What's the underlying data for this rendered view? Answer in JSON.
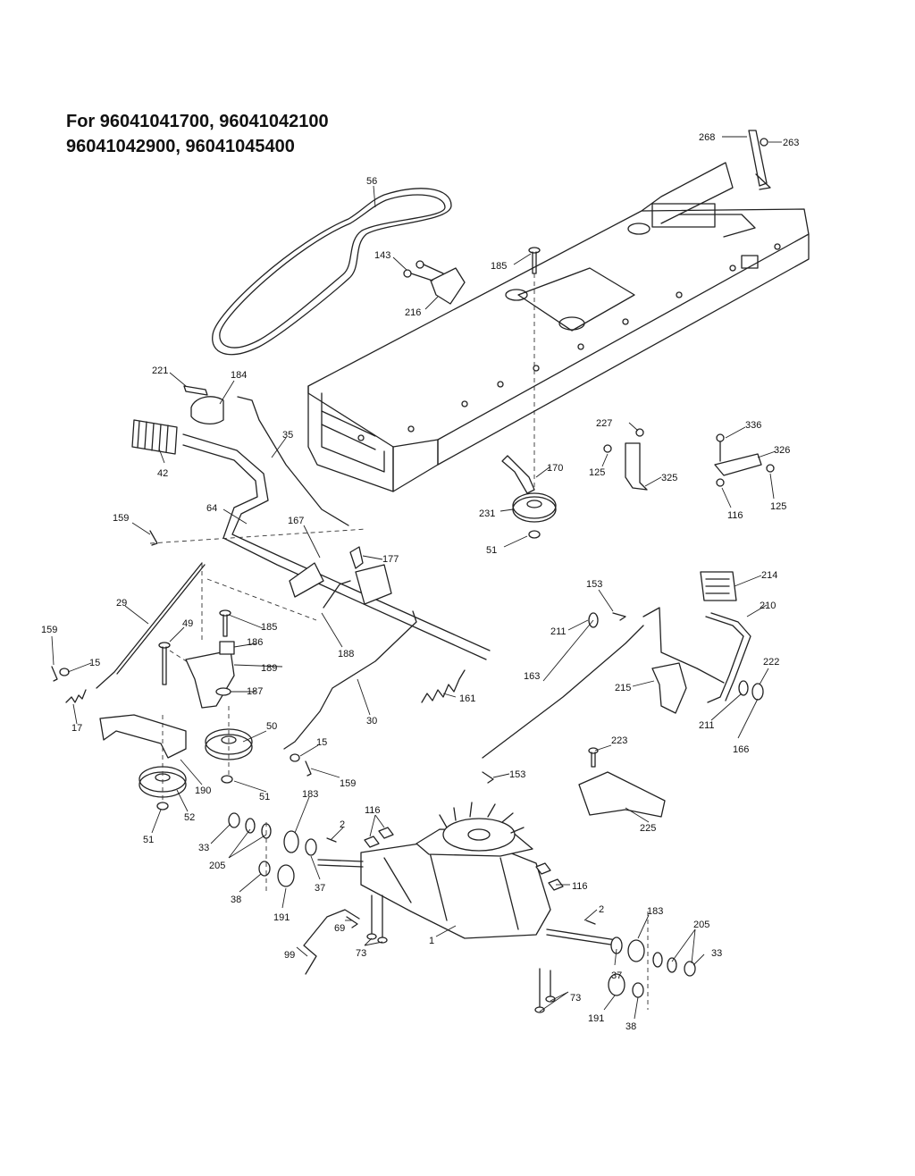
{
  "title": {
    "line1": "For 96041041700, 96041042100",
    "line2": "96041042900, 96041045400"
  },
  "callouts": [
    {
      "id": "c268",
      "label": "268"
    },
    {
      "id": "c263",
      "label": "263"
    },
    {
      "id": "c56",
      "label": "56"
    },
    {
      "id": "c143",
      "label": "143"
    },
    {
      "id": "c185a",
      "label": "185"
    },
    {
      "id": "c216",
      "label": "216"
    },
    {
      "id": "c221",
      "label": "221"
    },
    {
      "id": "c184",
      "label": "184"
    },
    {
      "id": "c35",
      "label": "35"
    },
    {
      "id": "c42",
      "label": "42"
    },
    {
      "id": "c227",
      "label": "227"
    },
    {
      "id": "c336",
      "label": "336"
    },
    {
      "id": "c326",
      "label": "326"
    },
    {
      "id": "c170",
      "label": "170"
    },
    {
      "id": "c125a",
      "label": "125"
    },
    {
      "id": "c325",
      "label": "325"
    },
    {
      "id": "c116a",
      "label": "116"
    },
    {
      "id": "c125b",
      "label": "125"
    },
    {
      "id": "c231",
      "label": "231"
    },
    {
      "id": "c51a",
      "label": "51"
    },
    {
      "id": "c159a",
      "label": "159"
    },
    {
      "id": "c64",
      "label": "64"
    },
    {
      "id": "c167",
      "label": "167"
    },
    {
      "id": "c177",
      "label": "177"
    },
    {
      "id": "c214",
      "label": "214"
    },
    {
      "id": "c153a",
      "label": "153"
    },
    {
      "id": "c210",
      "label": "210"
    },
    {
      "id": "c29",
      "label": "29"
    },
    {
      "id": "c49",
      "label": "49"
    },
    {
      "id": "c185b",
      "label": "185"
    },
    {
      "id": "c186",
      "label": "186"
    },
    {
      "id": "c188",
      "label": "188"
    },
    {
      "id": "c211a",
      "label": "211"
    },
    {
      "id": "c159b",
      "label": "159"
    },
    {
      "id": "c15a",
      "label": "15"
    },
    {
      "id": "c189",
      "label": "189"
    },
    {
      "id": "c187",
      "label": "187"
    },
    {
      "id": "c161",
      "label": "161"
    },
    {
      "id": "c163",
      "label": "163"
    },
    {
      "id": "c222",
      "label": "222"
    },
    {
      "id": "c215",
      "label": "215"
    },
    {
      "id": "c17",
      "label": "17"
    },
    {
      "id": "c50",
      "label": "50"
    },
    {
      "id": "c30",
      "label": "30"
    },
    {
      "id": "c211b",
      "label": "211"
    },
    {
      "id": "c166",
      "label": "166"
    },
    {
      "id": "c15b",
      "label": "15"
    },
    {
      "id": "c223",
      "label": "223"
    },
    {
      "id": "c159c",
      "label": "159"
    },
    {
      "id": "c153b",
      "label": "153"
    },
    {
      "id": "c190",
      "label": "190"
    },
    {
      "id": "c51b",
      "label": "51"
    },
    {
      "id": "c183a",
      "label": "183"
    },
    {
      "id": "c52",
      "label": "52"
    },
    {
      "id": "c116b",
      "label": "116"
    },
    {
      "id": "c2a",
      "label": "2"
    },
    {
      "id": "c225",
      "label": "225"
    },
    {
      "id": "c51c",
      "label": "51"
    },
    {
      "id": "c33a",
      "label": "33"
    },
    {
      "id": "c205a",
      "label": "205"
    },
    {
      "id": "c37a",
      "label": "37"
    },
    {
      "id": "c116c",
      "label": "116"
    },
    {
      "id": "c38a",
      "label": "38"
    },
    {
      "id": "c191a",
      "label": "191"
    },
    {
      "id": "c69",
      "label": "69"
    },
    {
      "id": "c2b",
      "label": "2"
    },
    {
      "id": "c183b",
      "label": "183"
    },
    {
      "id": "c1",
      "label": "1"
    },
    {
      "id": "c205b",
      "label": "205"
    },
    {
      "id": "c73a",
      "label": "73"
    },
    {
      "id": "c99",
      "label": "99"
    },
    {
      "id": "c37b",
      "label": "37"
    },
    {
      "id": "c33b",
      "label": "33"
    },
    {
      "id": "c73b",
      "label": "73"
    },
    {
      "id": "c191b",
      "label": "191"
    },
    {
      "id": "c38b",
      "label": "38"
    }
  ]
}
